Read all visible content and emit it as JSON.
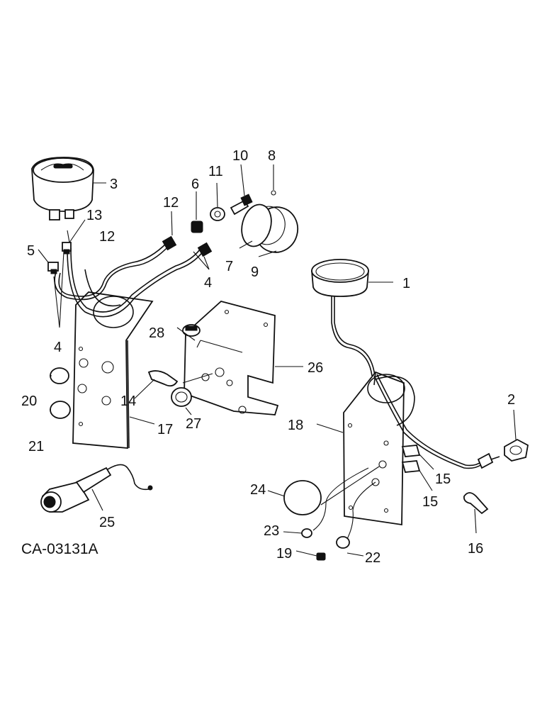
{
  "diagram": {
    "caption": "CA-03131A",
    "callouts": [
      "1",
      "2",
      "3",
      "4",
      "4",
      "5",
      "6",
      "7",
      "8",
      "9",
      "10",
      "11",
      "12",
      "12",
      "13",
      "14",
      "15",
      "15",
      "16",
      "17",
      "18",
      "19",
      "20",
      "21",
      "22",
      "23",
      "24",
      "25",
      "26",
      "27",
      "28"
    ]
  }
}
